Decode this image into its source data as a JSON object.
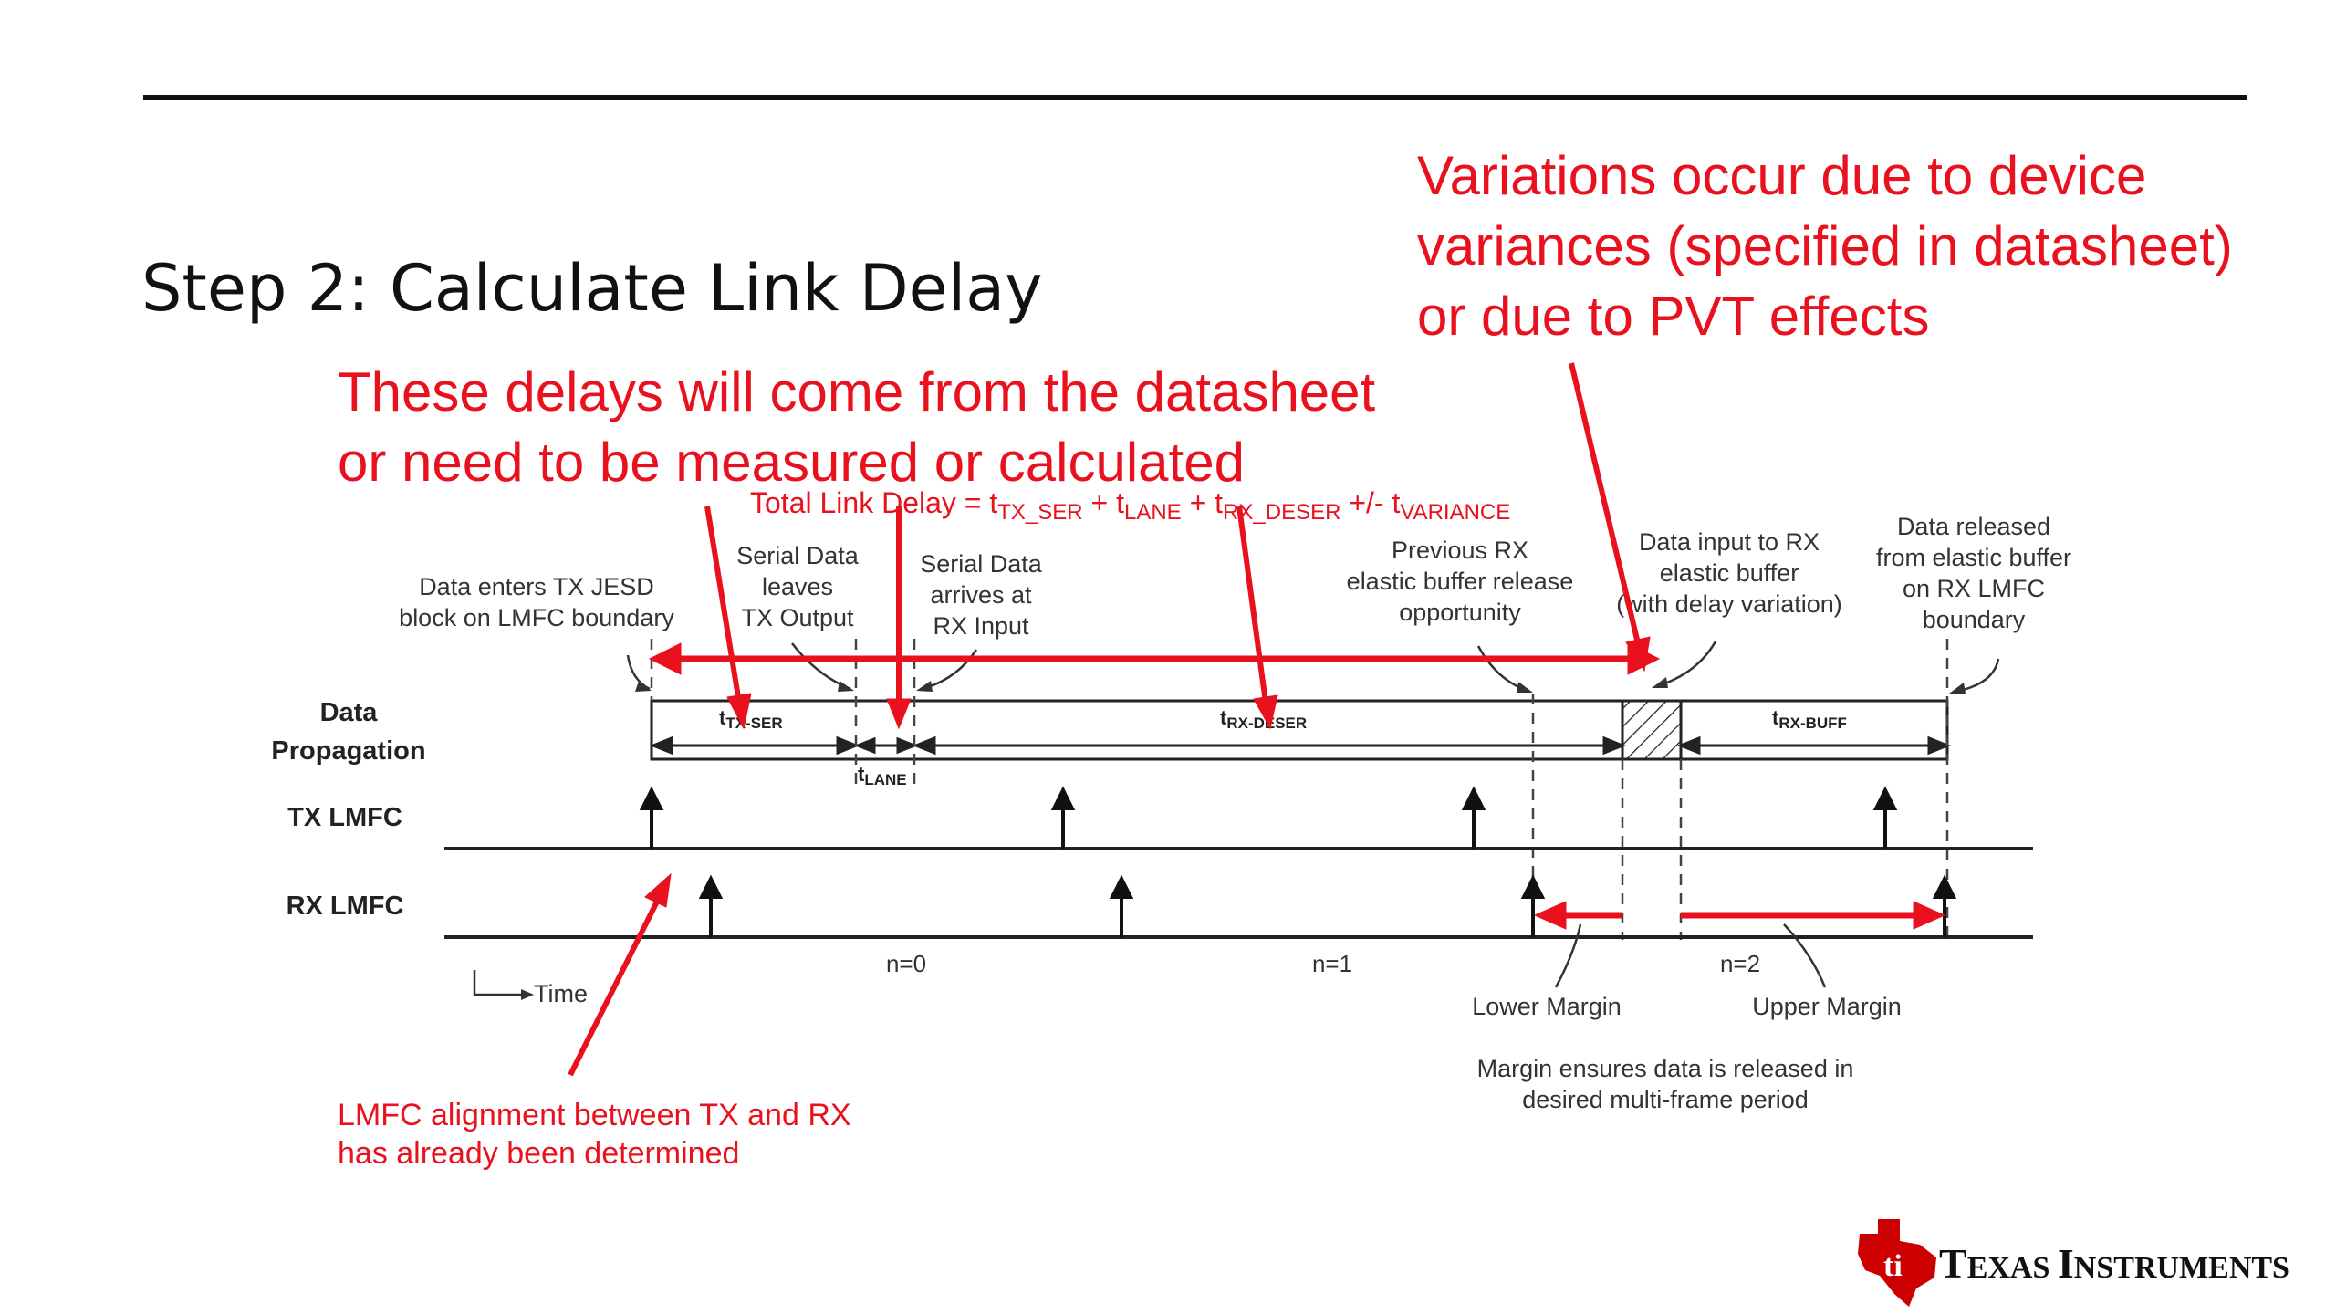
{
  "slide": {
    "title": "Step 2: Calculate Link Delay",
    "callout_variations": [
      "Variations occur due to device",
      "variances (specified in datasheet)",
      "or due to PVT effects"
    ],
    "callout_delays": [
      "These delays will come from the datasheet",
      "or need to be measured or calculated"
    ],
    "callout_lmfc": [
      "LMFC alignment between TX and RX",
      "has already been determined"
    ],
    "formula": {
      "prefix": "Total Link Delay = t",
      "sub1": "TX_SER",
      "plus1": " + t",
      "sub2": "LANE",
      "plus2": " + t",
      "sub3": "RX_DESER",
      "pm": " +/- t",
      "sub4": "VARIANCE"
    }
  },
  "diagram": {
    "row_labels": {
      "data_line1": "Data",
      "data_line2": "Propagation",
      "tx_lmfc": "TX LMFC",
      "rx_lmfc": "RX LMFC"
    },
    "annotations": {
      "data_enters": [
        "Data enters TX JESD",
        "block on LMFC boundary"
      ],
      "serial_leaves": [
        "Serial Data",
        "leaves",
        "TX Output"
      ],
      "serial_arrives": [
        "Serial Data",
        "arrives at",
        "RX Input"
      ],
      "prev_rx": [
        "Previous RX",
        "elastic buffer release",
        "opportunity"
      ],
      "data_input_rx": [
        "Data input to RX",
        "elastic buffer",
        "(with delay variation)"
      ],
      "data_released": [
        "Data released",
        "from elastic buffer",
        "on RX LMFC",
        "boundary"
      ],
      "lower_margin": "Lower Margin",
      "upper_margin": "Upper Margin",
      "margin_note": [
        "Margin ensures data is released in",
        "desired multi-frame period"
      ]
    },
    "segments": {
      "tx_ser": {
        "t": "t",
        "sub": "TX-SER"
      },
      "lane": {
        "t": "t",
        "sub": "LANE"
      },
      "rx_deser": {
        "t": "t",
        "sub": "RX-DESER"
      },
      "rx_buff": {
        "t": "t",
        "sub": "RX-BUFF"
      }
    },
    "periods": [
      "n=0",
      "n=1",
      "n=2"
    ],
    "time_label": "Time"
  },
  "logo": {
    "brand": "TEXAS INSTRUMENTS",
    "brand_big1": "T",
    "brand_small1": "EXAS ",
    "brand_big2": "I",
    "brand_small2": "NSTRUMENTS"
  },
  "colors": {
    "accent_red": "#e8111d",
    "ti_red": "#cc0000",
    "text": "#333333"
  }
}
